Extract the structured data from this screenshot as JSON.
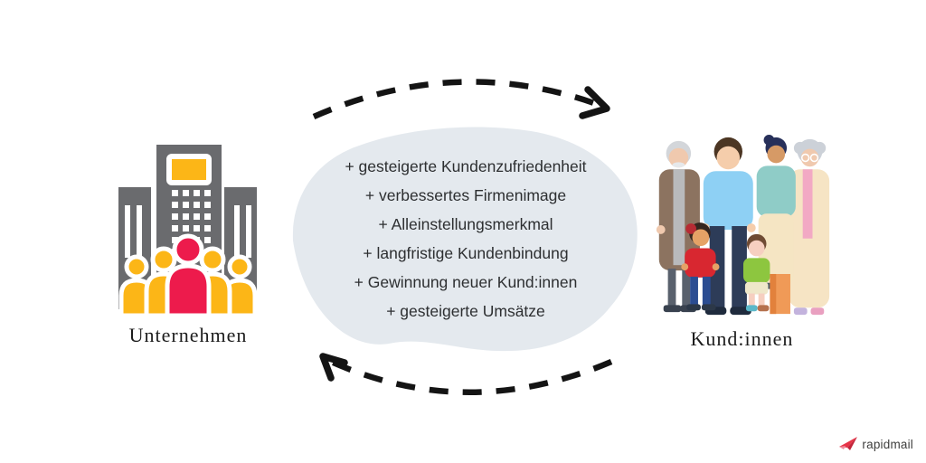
{
  "diagram": {
    "company": {
      "label": "Unternehmen",
      "icon": "company-building-icon"
    },
    "customers": {
      "label": "Kund:innen",
      "icon": "customers-group-icon"
    },
    "benefits": {
      "items": [
        "+ gesteigerte Kundenzufriedenheit",
        "+ verbessertes Firmenimage",
        "+ Alleinstellungsmerkmal",
        "+ langfristige Kundenbindung",
        "+ Gewinnung neuer Kund:innen",
        "+ gesteigerte Umsätze"
      ]
    },
    "arrows": {
      "top": {
        "name": "arrow-company-to-customers",
        "direction": "left-to-right",
        "style": "dashed"
      },
      "bottom": {
        "name": "arrow-customers-to-company",
        "direction": "right-to-left",
        "style": "dashed"
      }
    }
  },
  "branding": {
    "logo_text": "rapidmail",
    "logo_icon": "paper-plane-icon"
  },
  "colors": {
    "blob": "#e4e9ee",
    "building_gray": "#6a6b6e",
    "person_yellow": "#fcb617",
    "person_red": "#ed1b4c",
    "arrow_black": "#141414",
    "text_dark": "#2d2f31",
    "logo_red": "#e63347",
    "logo_text_gray": "#3e3e3d"
  }
}
